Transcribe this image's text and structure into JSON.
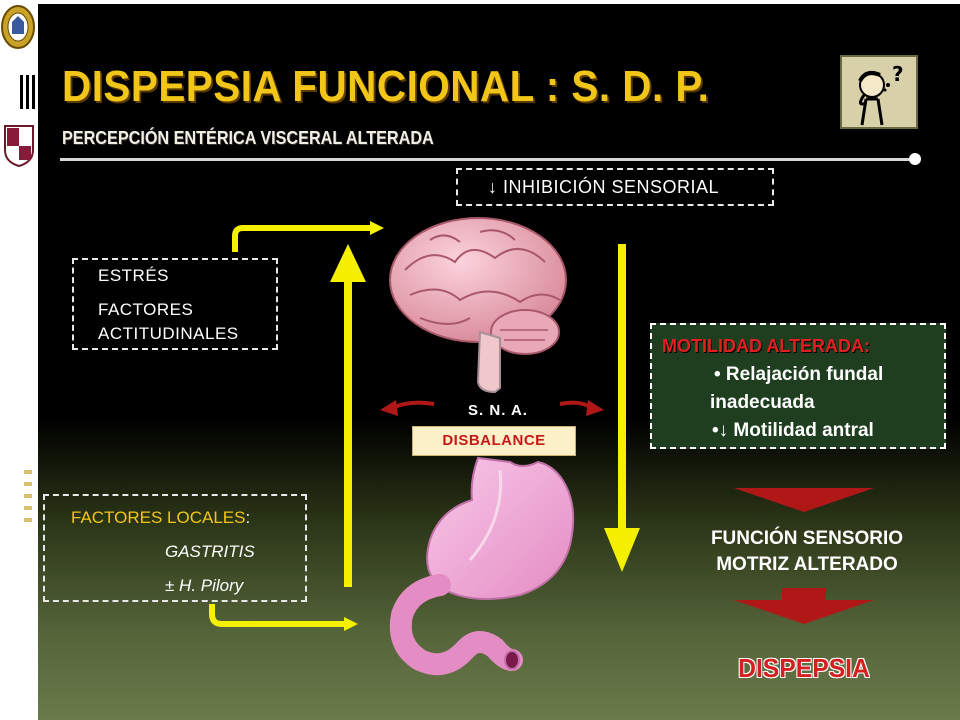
{
  "slide": {
    "title": "DISPEPSIA FUNCIONAL : S. D. P.",
    "subtitle": "PERCEPCIÓN ENTÉRICA VISCERAL ALTERADA"
  },
  "nodes": {
    "inhibicion": "↓ INHIBICIÓN SENSORIAL",
    "estres": "ESTRÉS",
    "factores_line1": "FACTORES",
    "factores_line2": "ACTITUDINALES",
    "sna": "S. N. A.",
    "disbalance": "DISBALANCE",
    "motilidad": {
      "title": "MOTILIDAD ALTERADA:",
      "item1_line1": "• Relajación fundal",
      "item1_line2": "inadecuada",
      "item2": "•↓ Motilidad antral"
    },
    "funcion_line1": "FUNCIÓN SENSORIO",
    "funcion_line2": "MOTRIZ ALTERADO",
    "dispepsia": "DISPEPSIA",
    "locales": {
      "title": "FACTORES LOCALES",
      "colon": ":",
      "item1": "GASTRITIS",
      "item2": "± H. Pilory"
    }
  },
  "colors": {
    "title": "#f2c618",
    "arrow_yellow": "#f5f000",
    "arrow_red": "#b01818",
    "box_green": "#1f3e1f"
  }
}
